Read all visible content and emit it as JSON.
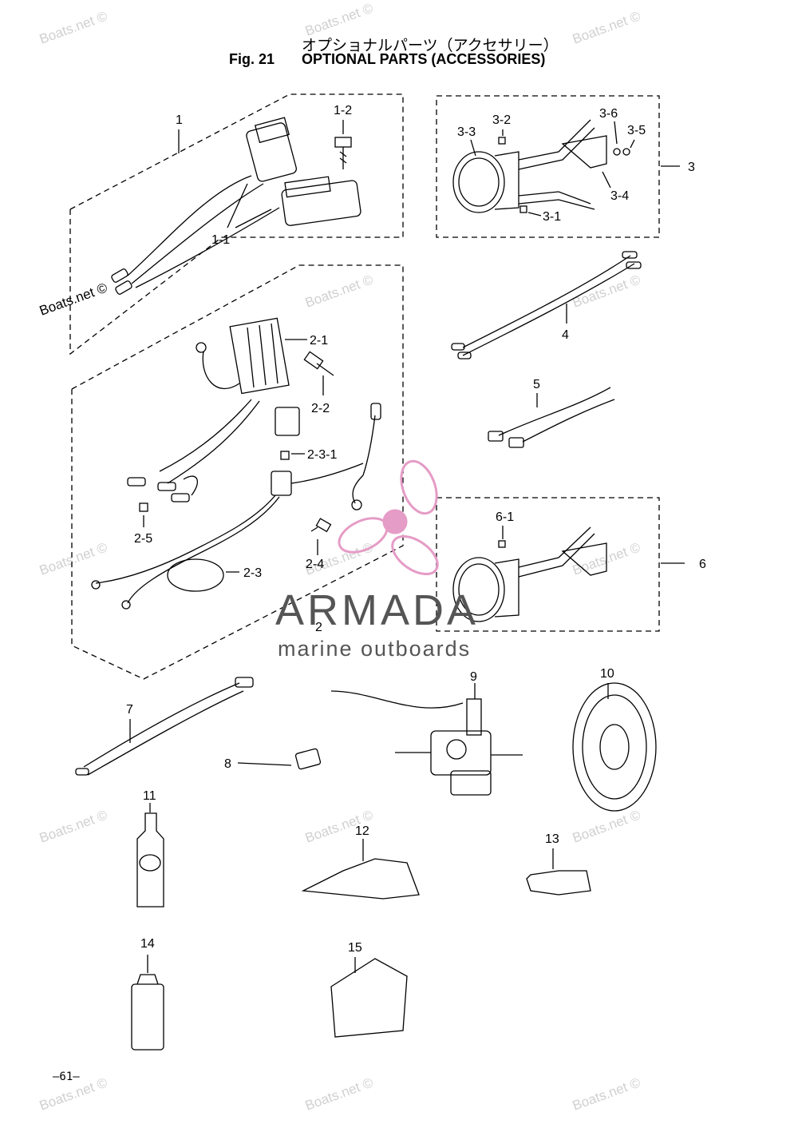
{
  "header": {
    "title_jp": "オプショナルパーツ（アクセサリー）",
    "fig_label": "Fig. 21",
    "title_en": "OPTIONAL PARTS (ACCESSORIES)"
  },
  "watermark": {
    "text": "Boats.net ©",
    "color": "#d0d0d0"
  },
  "logo": {
    "name": "ARMADA",
    "tagline": "marine outboards",
    "propeller_color": "#e59cc6",
    "text_color": "#555555"
  },
  "callouts": {
    "c1": "1",
    "c1_1": "1-1",
    "c1_2": "1-2",
    "c2": "2",
    "c2_1": "2-1",
    "c2_2": "2-2",
    "c2_3_1": "2-3-1",
    "c2_3": "2-3",
    "c2_4": "2-4",
    "c2_5": "2-5",
    "c3": "3",
    "c3_1": "3-1",
    "c3_2": "3-2",
    "c3_3": "3-3",
    "c3_4": "3-4",
    "c3_5": "3-5",
    "c3_6": "3-6",
    "c4": "4",
    "c5": "5",
    "c6": "6",
    "c6_1": "6-1",
    "c7": "7",
    "c8": "8",
    "c9": "9",
    "c10": "10",
    "c11": "11",
    "c12": "12",
    "c13": "13",
    "c14": "14",
    "c15": "15"
  },
  "footer": {
    "page_number": "—61—"
  }
}
